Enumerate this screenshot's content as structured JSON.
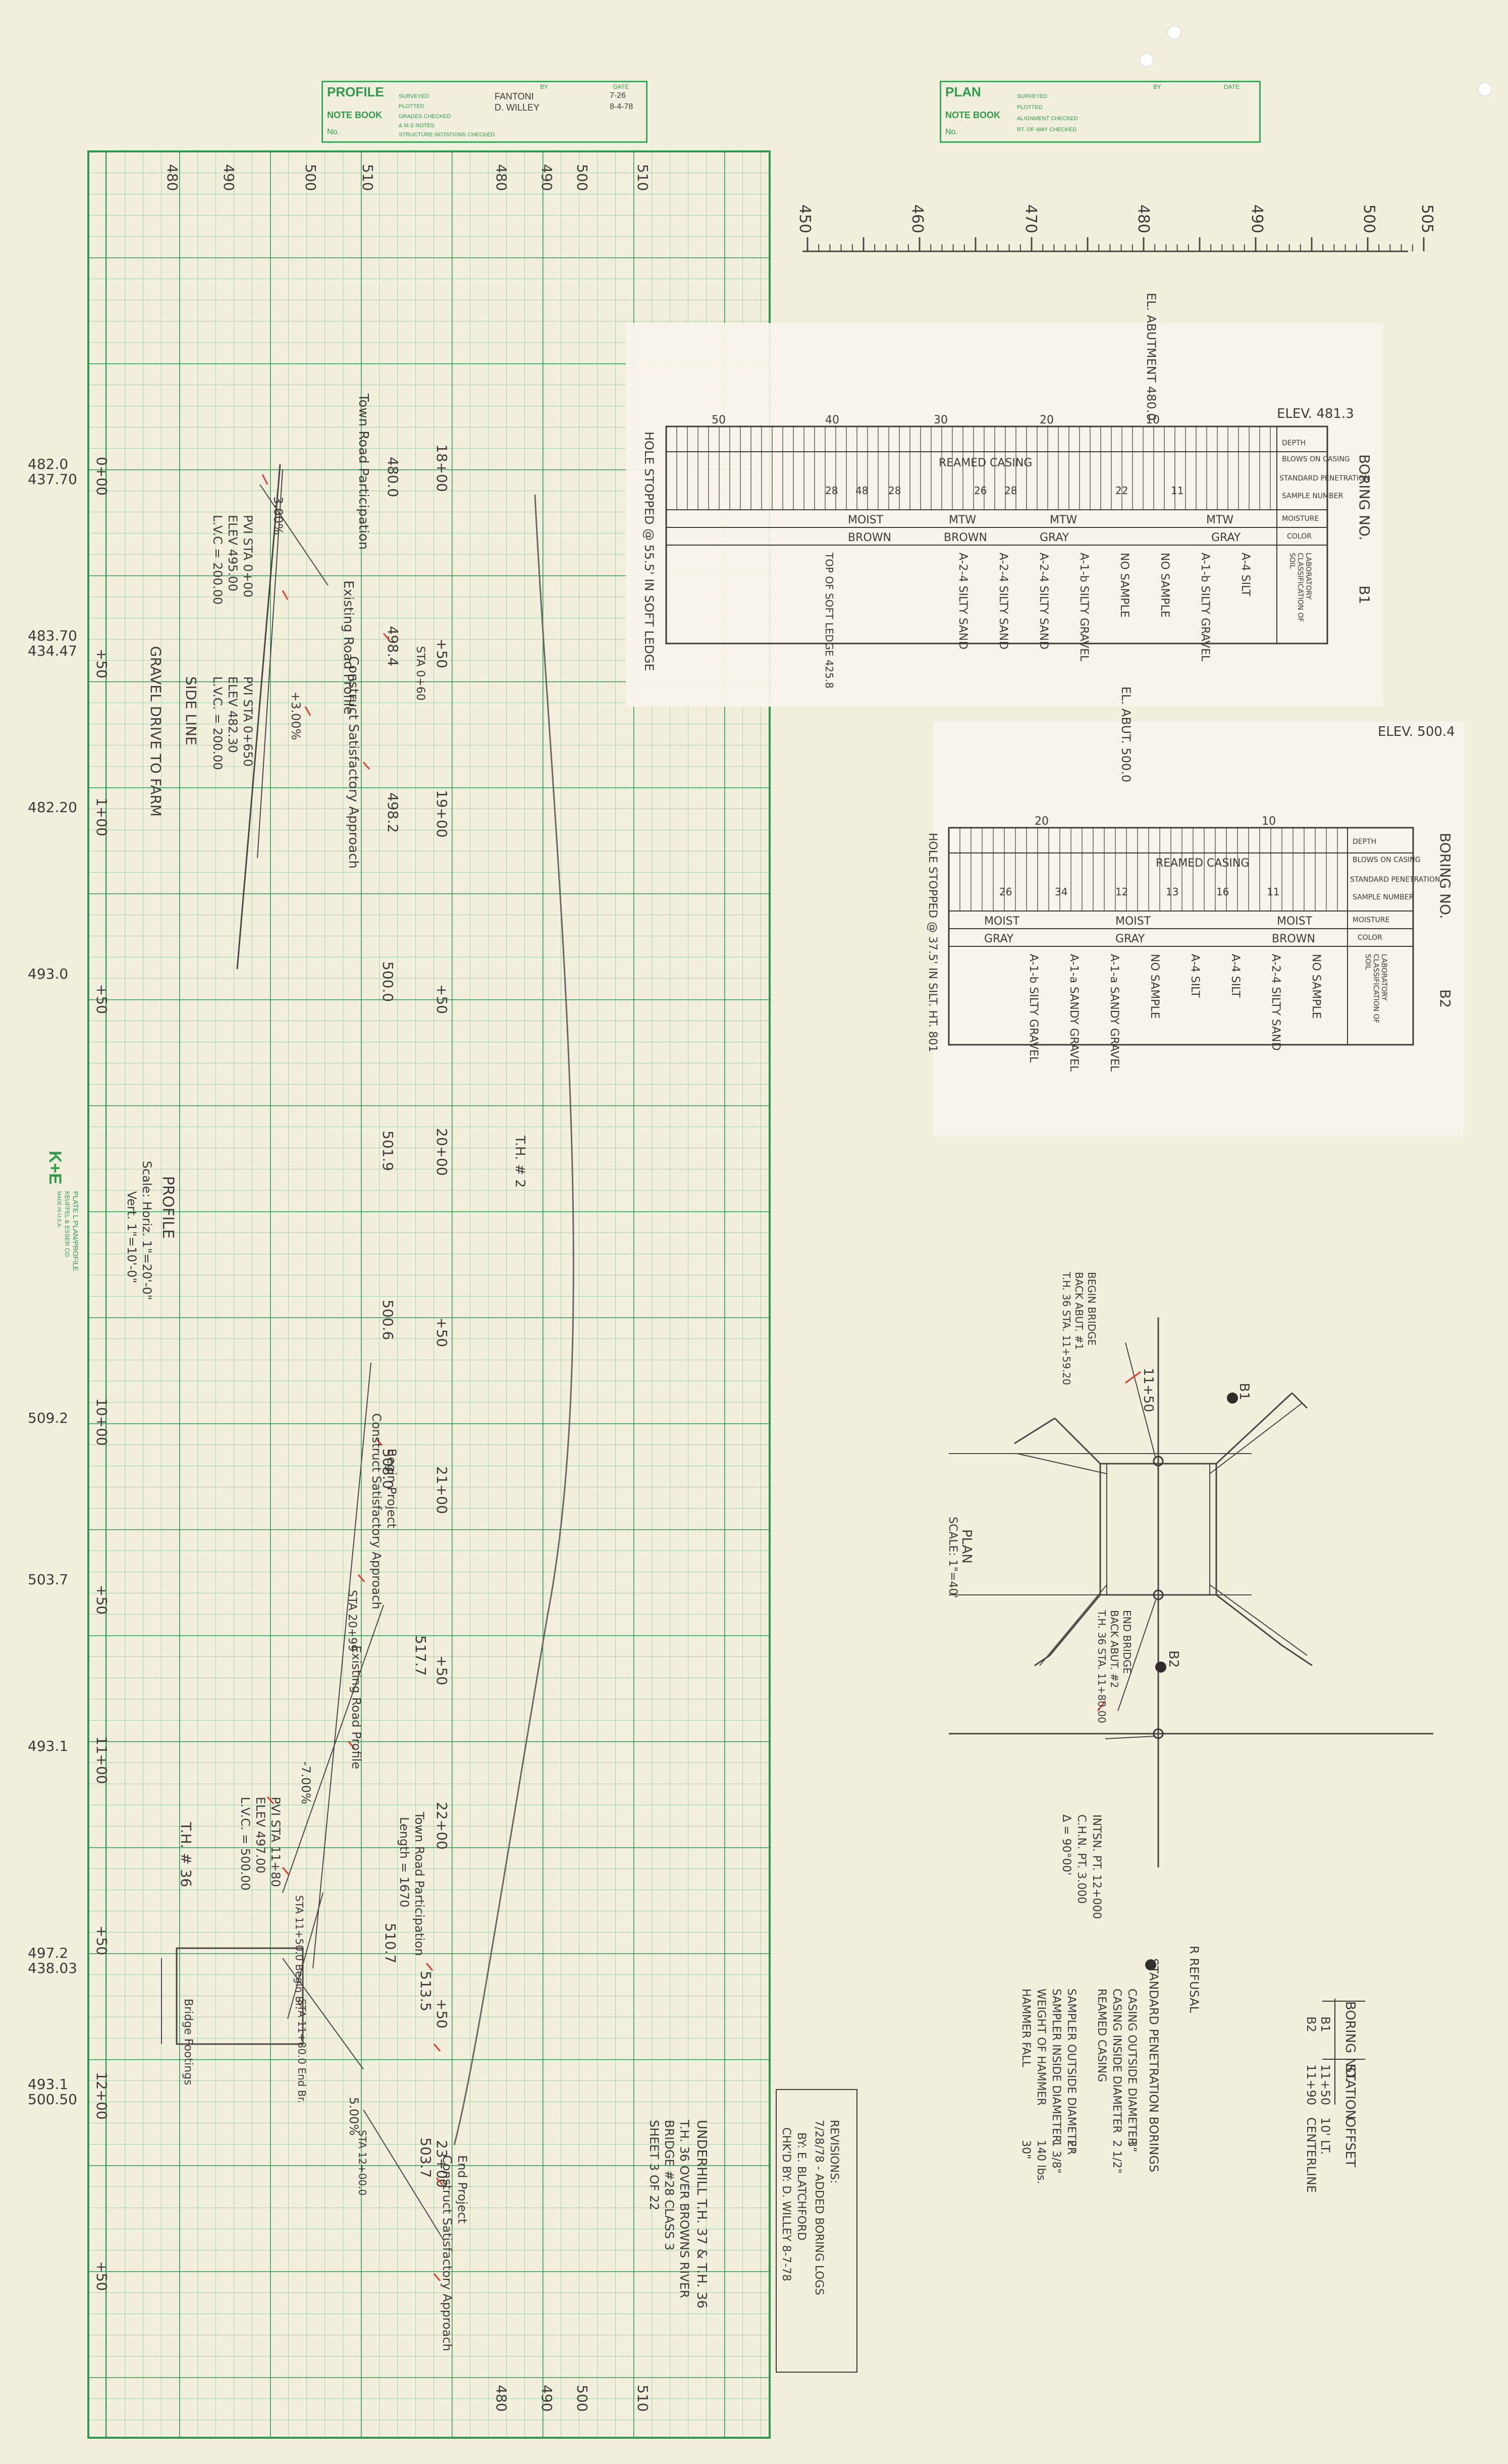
{
  "title_blocks": {
    "profile": {
      "heading": "PROFILE",
      "notebook_label": "NOTE BOOK",
      "no_label": "No.",
      "rows": [
        "SURVEYED",
        "PLOTTED",
        "GRADES CHECKED",
        "& M.S NOTES",
        "STRUCTURE NOTATIONS CHECKED"
      ],
      "by_header": "BY",
      "date_header": "DATE",
      "by_values": [
        "FANTONI",
        "D. WILLEY"
      ],
      "date_values": [
        "7-26",
        "8-4-78"
      ]
    },
    "plan": {
      "heading": "PLAN",
      "notebook_label": "NOTE BOOK",
      "no_label": "No.",
      "rows": [
        "SURVEYED",
        "PLOTTED",
        "ALIGNMENT CHECKED",
        "RT. OF WAY CHECKED"
      ],
      "by_header": "BY",
      "date_header": "DATE"
    }
  },
  "profile": {
    "elev_labels_top": [
      "480",
      "490",
      "500",
      "510",
      "480",
      "490",
      "500",
      "510"
    ],
    "elev_labels_bottom": [
      "480",
      "490",
      "500",
      "510"
    ],
    "station_labels": [
      "0+00",
      "+50",
      "1+00",
      "+50",
      "10+00",
      "+50",
      "11+00",
      "+50",
      "12+00",
      "+50"
    ],
    "left_elevations": [
      "482.0",
      "437.70",
      "483.70",
      "434.47",
      "482.20",
      "493.0",
      "509.2",
      "503.7",
      "493.1",
      "497.2",
      "438.03",
      "493.1",
      "500.50"
    ],
    "top_stations": [
      "18+00",
      "+50",
      "19+00",
      "+50",
      "20+00",
      "+50",
      "21+00",
      "+50",
      "22+00",
      "+50",
      "23+00"
    ],
    "profile_grades": [
      "480.0",
      "498.4",
      "498.2",
      "500.0",
      "501.9",
      "500.6",
      "508.0",
      "517.7",
      "513.5",
      "510.7",
      "503.7"
    ],
    "annotations": [
      "Town Road Participation",
      "Existing Road Profile",
      "Construct Satisfactory Approach",
      "STA 0+60",
      "PVI STA 0+00",
      "ELEV 495.00",
      "L.V.C = 200.00",
      "PVI STA 0+650",
      "ELEV 482.30",
      "L.V.C. = 200.00",
      "-3.00%",
      "+3.00%",
      "SIDE LINE",
      "GRAVEL DRIVE TO FARM",
      "PROFILE",
      "Scale: Horiz. 1\"=20'-0\"",
      "Vert. 1\"=10'-0\"",
      "T.H. # 2",
      "Begin Project",
      "Construct Satisfactory Approach",
      "STA 20+99",
      "Existing Road Profile",
      "PVI STA 11+80",
      "ELEV 497.00",
      "L.V.C. = 500.00",
      "-7.00%",
      "T.H. # 36",
      "STA 11+50.0 Begin Br.",
      "STA 11+80.0 End Br.",
      "STA 12+00.0",
      "Town Road Participation",
      "Length = 1670",
      "Bridge Footings",
      "End Project",
      "Construct Satisfactory Approach",
      "5.00%"
    ]
  },
  "plan": {
    "elev_scale_labels": [
      "450",
      "460",
      "470",
      "480",
      "490",
      "500",
      "505"
    ],
    "boring_b1": {
      "header_elev": "ELEV. 481.3",
      "boring_no_label": "BORING NO.",
      "boring_no": "B1",
      "row_labels": [
        "DEPTH",
        "BLOWS ON CASING",
        "STANDARD PENETRATION",
        "SAMPLE NUMBER",
        "MOISTURE",
        "COLOR",
        "LABORATORY CLASSIFICATION OF SOIL"
      ],
      "depth_ticks": [
        "10",
        "20",
        "30",
        "40",
        "50"
      ],
      "reamed_casing": "REAMED CASING",
      "blows": [
        "11",
        "22",
        "28",
        "26",
        "28",
        "48",
        "28"
      ],
      "moisture": [
        "MTW",
        "MTW",
        "MTW",
        "MOIST"
      ],
      "color": [
        "GRAY",
        "GRAY",
        "BROWN",
        "BROWN"
      ],
      "classifications": [
        "A-4 SILT",
        "A-1-b SILTY GRAVEL",
        "NO SAMPLE",
        "NO SAMPLE",
        "A-1-b SILTY GRAVEL",
        "A-2-4 SILTY SAND",
        "A-2-4 SILTY SAND",
        "A-2-4 SILTY SAND"
      ],
      "hole_note": "HOLE STOPPED @ 55.5' IN SOFT LEDGE",
      "top_label": "EL. ABUTMENT 480.0",
      "bottom_note": "TOP OF SOFT LEDGE 425.8"
    },
    "boring_b2": {
      "header_elev": "ELEV. 500.4",
      "boring_no_label": "BORING NO.",
      "boring_no": "B2",
      "row_labels": [
        "DEPTH",
        "BLOWS ON CASING",
        "STANDARD PENETRATION",
        "SAMPLE NUMBER",
        "MOISTURE",
        "COLOR",
        "LABORATORY CLASSIFICATION OF SOIL"
      ],
      "depth_ticks": [
        "10",
        "20"
      ],
      "reamed_casing": "REAMED CASING",
      "blows": [
        "11",
        "16",
        "13",
        "12",
        "34",
        "26"
      ],
      "moisture": [
        "MOIST",
        "MOIST",
        "MOIST"
      ],
      "color": [
        "BROWN",
        "GRAY",
        "GRAY"
      ],
      "classifications": [
        "NO SAMPLE",
        "A-2-4 SILTY SAND",
        "A-4 SILT",
        "A-4 SILT",
        "NO SAMPLE",
        "A-1-a SANDY GRAVEL",
        "A-1-a SANDY GRAVEL",
        "A-1-b SILTY GRAVEL"
      ],
      "hole_note": "HOLE STOPPED @ 37.5' IN SILT. HT. 801",
      "top_label": "EL. ABUT. 500.0"
    },
    "plan_view": {
      "sta_label": "11+50",
      "b1": "B1",
      "b2": "B2",
      "begin_bridge": [
        "BEGIN BRIDGE",
        "BACK ABUT. #1",
        "T.H. 36 STA. 11+59.20"
      ],
      "end_bridge": [
        "END BRIDGE",
        "BACK ABUT. #2",
        "T.H. 36 STA. 11+80.00"
      ],
      "title": "PLAN",
      "scale": "SCALE: 1\"=40'",
      "curve": [
        "INTSN. PT. 12+000",
        "C.H.N. PT. 3.000",
        "Δ = 90°00'"
      ]
    },
    "legend": {
      "table_headers": [
        "BORING NO.",
        "STATION",
        "OFFSET"
      ],
      "table_rows": [
        [
          "B1",
          "11+50",
          "10' LT."
        ],
        [
          "B2",
          "11+90",
          "CENTERLINE"
        ]
      ],
      "symbols": [
        "R  REFUSAL",
        "STANDARD PENETRATION BORINGS"
      ],
      "specs": [
        [
          "CASING OUTSIDE DIAMETER",
          "3\""
        ],
        [
          "CASING INSIDE DIAMETER",
          "2 1/2\""
        ],
        [
          "REAMED CASING",
          ""
        ],
        [
          "SAMPLER OUTSIDE DIAMETER",
          "2\""
        ],
        [
          "SAMPLER INSIDE DIAMETER",
          "1 3/8\""
        ],
        [
          "WEIGHT OF HAMMER",
          "140 lbs."
        ],
        [
          "HAMMER FALL",
          "30\""
        ]
      ]
    },
    "revisions": {
      "lines": [
        "REVISIONS:",
        "7/28/78 - ADDED BORING LOGS",
        "BY: E. BLATCHFORD",
        "CHK'D BY: D. WILLEY 8-7-78"
      ]
    },
    "sheet_title": {
      "lines": [
        "UNDERHILL  T.H. 37 & T.H. 36",
        "T.H. 36  OVER  BROWNS RIVER",
        "BRIDGE #28 CLASS 3",
        "SHEET 3 OF 22"
      ]
    }
  },
  "brand": {
    "logo": "K+E",
    "line1": "PLATE L PLAN/PROFILE",
    "line2": "KEUFFEL & ESSER CO.",
    "line3": "MADE IN U.S.A."
  },
  "colors": {
    "paper": "#f2efde",
    "grid_green": "#3aa85a",
    "pencil": "#3c3a36",
    "red_ink": "#d84030"
  }
}
